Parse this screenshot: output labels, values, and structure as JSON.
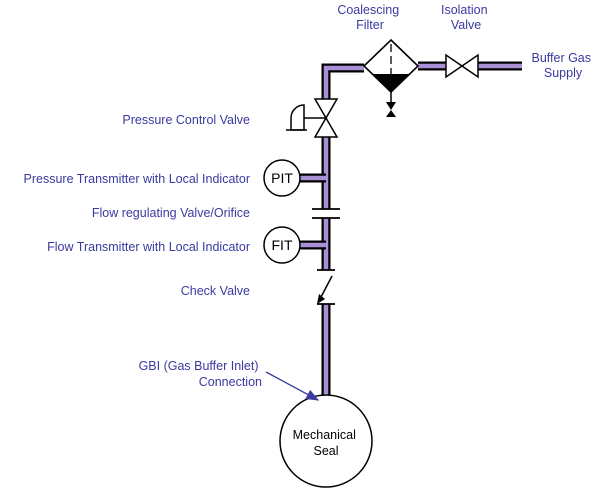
{
  "colors": {
    "pipe_fill": "#a98fd6",
    "label": "#3a3aa0",
    "outline": "#000000"
  },
  "labels": {
    "coalescing_filter": [
      "Coalescing",
      "Filter"
    ],
    "isolation_valve": [
      "Isolation",
      "Valve"
    ],
    "buffer_gas_supply": [
      "Buffer Gas",
      "Supply"
    ],
    "pressure_control_valve": "Pressure Control Valve",
    "pressure_transmitter": "Pressure Transmitter with Local Indicator",
    "flow_regulating": "Flow regulating Valve/Orifice",
    "flow_transmitter": "Flow Transmitter with Local Indicator",
    "check_valve": "Check Valve",
    "gbi_connection": [
      "GBI (Gas Buffer Inlet)",
      "Connection"
    ]
  },
  "instruments": {
    "pit": "PIT",
    "fit": "FIT"
  },
  "seal": [
    "Mechanical",
    "Seal"
  ]
}
